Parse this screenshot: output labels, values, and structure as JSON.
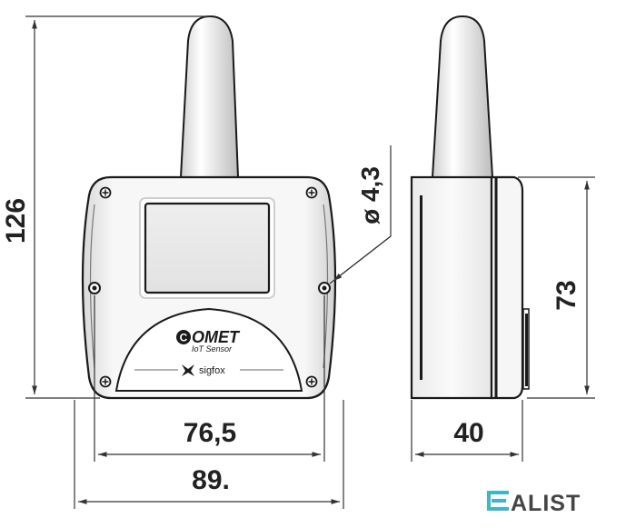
{
  "dimensions": {
    "height_total": "126",
    "hole_diameter": "ø 4,3",
    "width_holes": "76,5",
    "width_total": "89.",
    "depth": "40",
    "height_body": "73"
  },
  "device": {
    "brand": "OMET",
    "brand_initial": "C",
    "product": "IoT Sensor",
    "network": "sigfox"
  },
  "watermark": {
    "text": "ALIST"
  },
  "colors": {
    "outline": "#1a1a1a",
    "body_light": "#f4f4f4",
    "dimension_line": "#333333",
    "watermark_accent": "#3fb6c8",
    "watermark_text": "#444444"
  }
}
